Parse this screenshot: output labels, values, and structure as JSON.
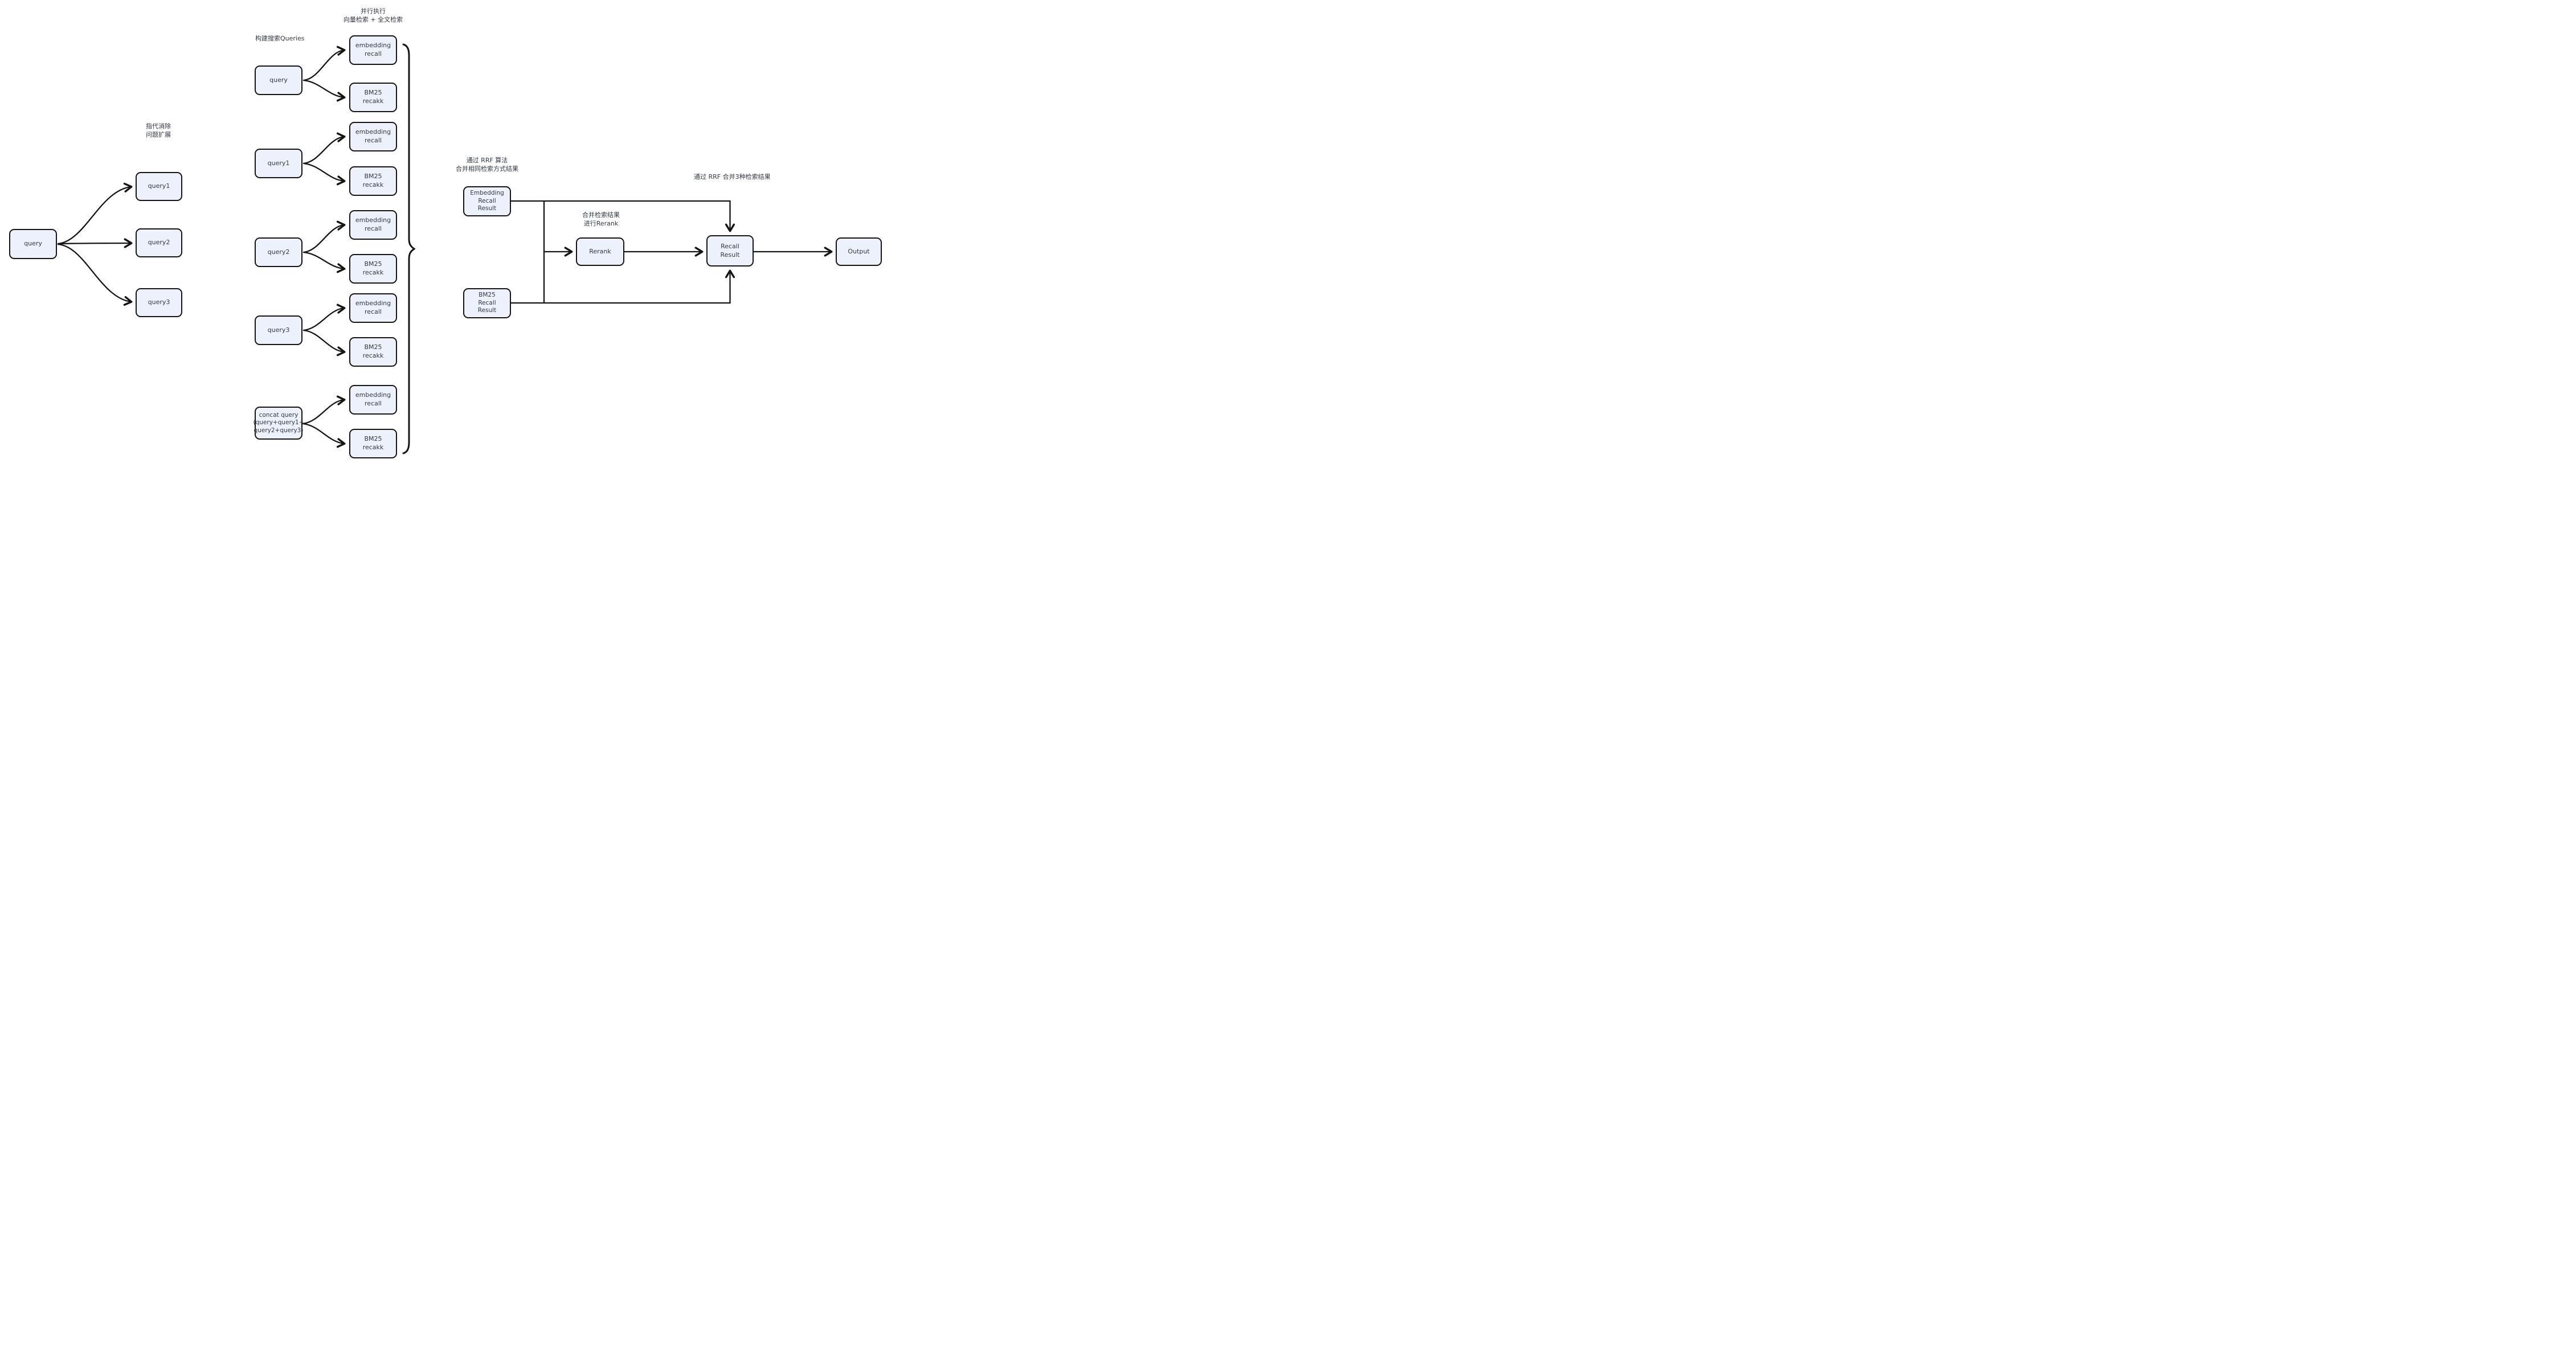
{
  "diagram": {
    "labels": {
      "coref": "指代消除\n问题扩展",
      "build_queries": "构建搜索Queries",
      "parallel": "并行执行\n向量检索 + 全文检索",
      "rrf_same": "通过 RRF 算法\n合并相同检索方式结果",
      "merge_rerank": "合并检索结果\n进行Rerank",
      "rrf_three": "通过 RRF 合并3种检索结果"
    },
    "left": {
      "query": "query",
      "expanded": [
        "query1",
        "query2",
        "query3"
      ]
    },
    "groups": [
      {
        "query": "query",
        "embedding": "embedding\nrecall",
        "bm25": "BM25\nrecakk"
      },
      {
        "query": "query1",
        "embedding": "embedding\nrecall",
        "bm25": "BM25\nrecakk"
      },
      {
        "query": "query2",
        "embedding": "embedding\nrecall",
        "bm25": "BM25\nrecakk"
      },
      {
        "query": "query3",
        "embedding": "embedding\nrecall",
        "bm25": "BM25\nrecakk"
      },
      {
        "query": "concat query\n(query+query1+\nquery2+query3)",
        "embedding": "embedding\nrecall",
        "bm25": "BM25\nrecakk"
      }
    ],
    "merge": {
      "embedding_result": "Embedding\nRecall\nResult",
      "bm25_result": "BM25\nRecall\nResult",
      "rerank": "Rerank",
      "recall_result": "Recall\nResult",
      "output": "Output"
    },
    "colors": {
      "background": "#ffffff",
      "node_fill": "#edf1fb",
      "node_border": "#141414",
      "line": "#141414",
      "text": "#323945"
    }
  }
}
